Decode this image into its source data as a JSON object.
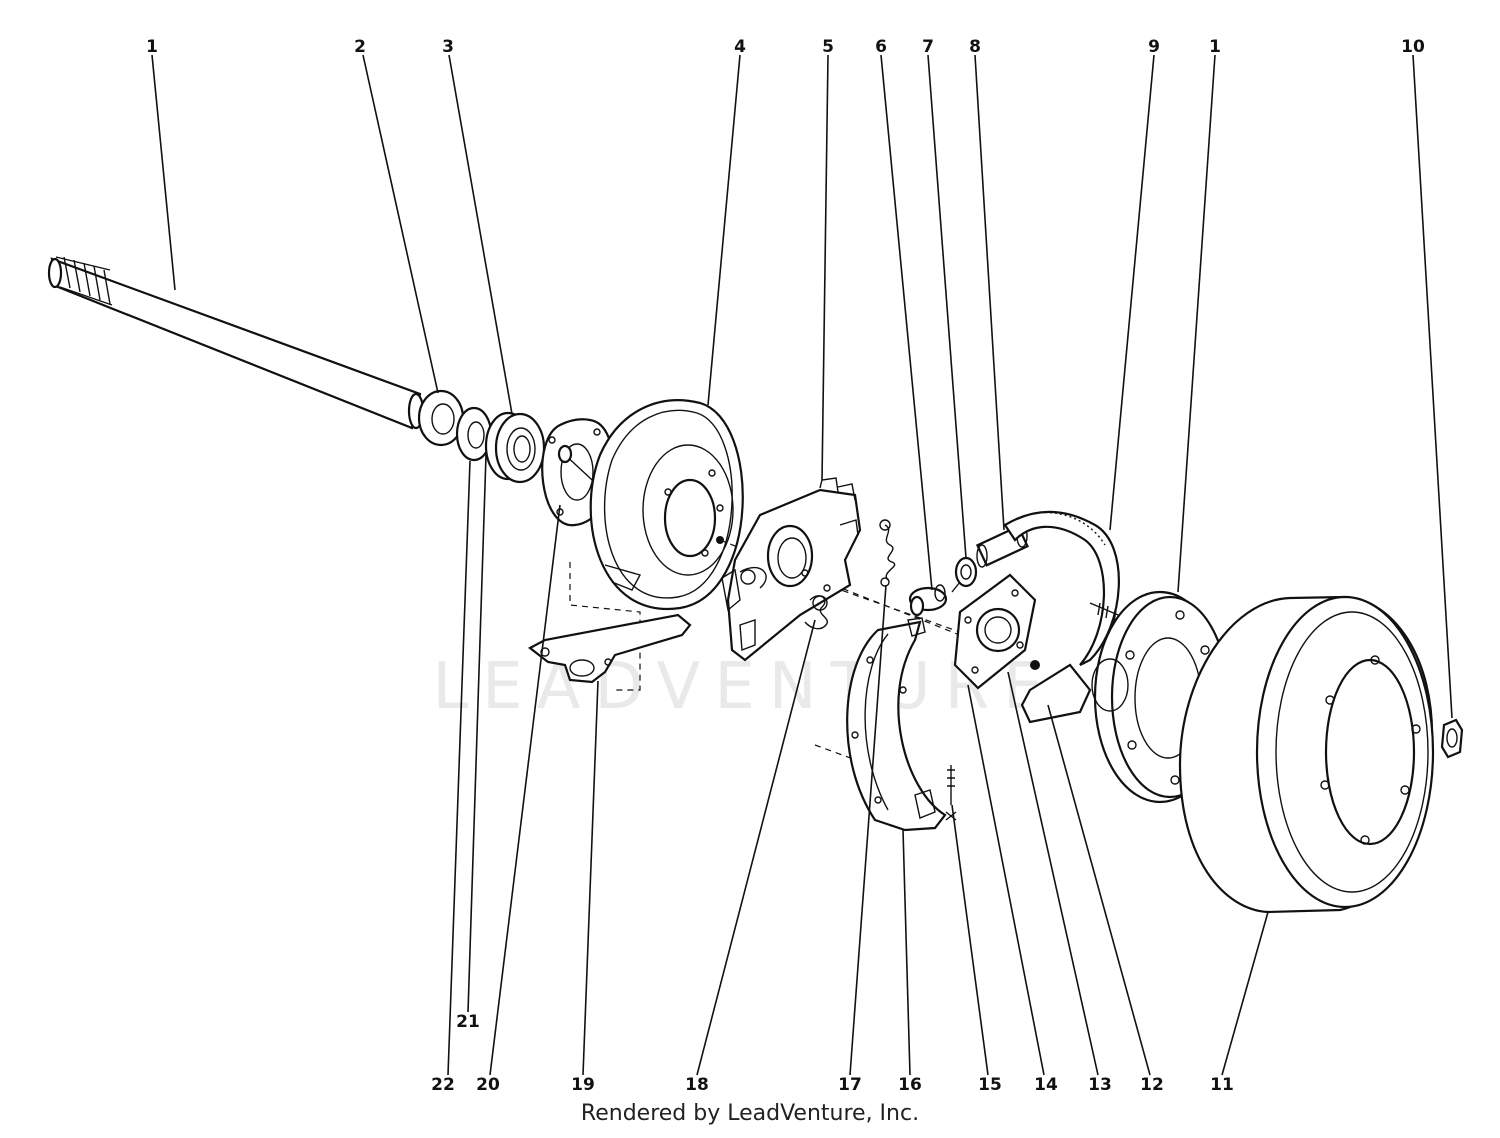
{
  "watermark": "LEADVENTURE",
  "footer": "Rendered by LeadVenture, Inc.",
  "callouts": {
    "top": [
      "1",
      "2",
      "3",
      "4",
      "5",
      "6",
      "7",
      "8",
      "9",
      "1",
      "10"
    ],
    "bottom": [
      "21",
      "22",
      "20",
      "19",
      "18",
      "17",
      "16",
      "15",
      "14",
      "13",
      "12",
      "11"
    ]
  }
}
